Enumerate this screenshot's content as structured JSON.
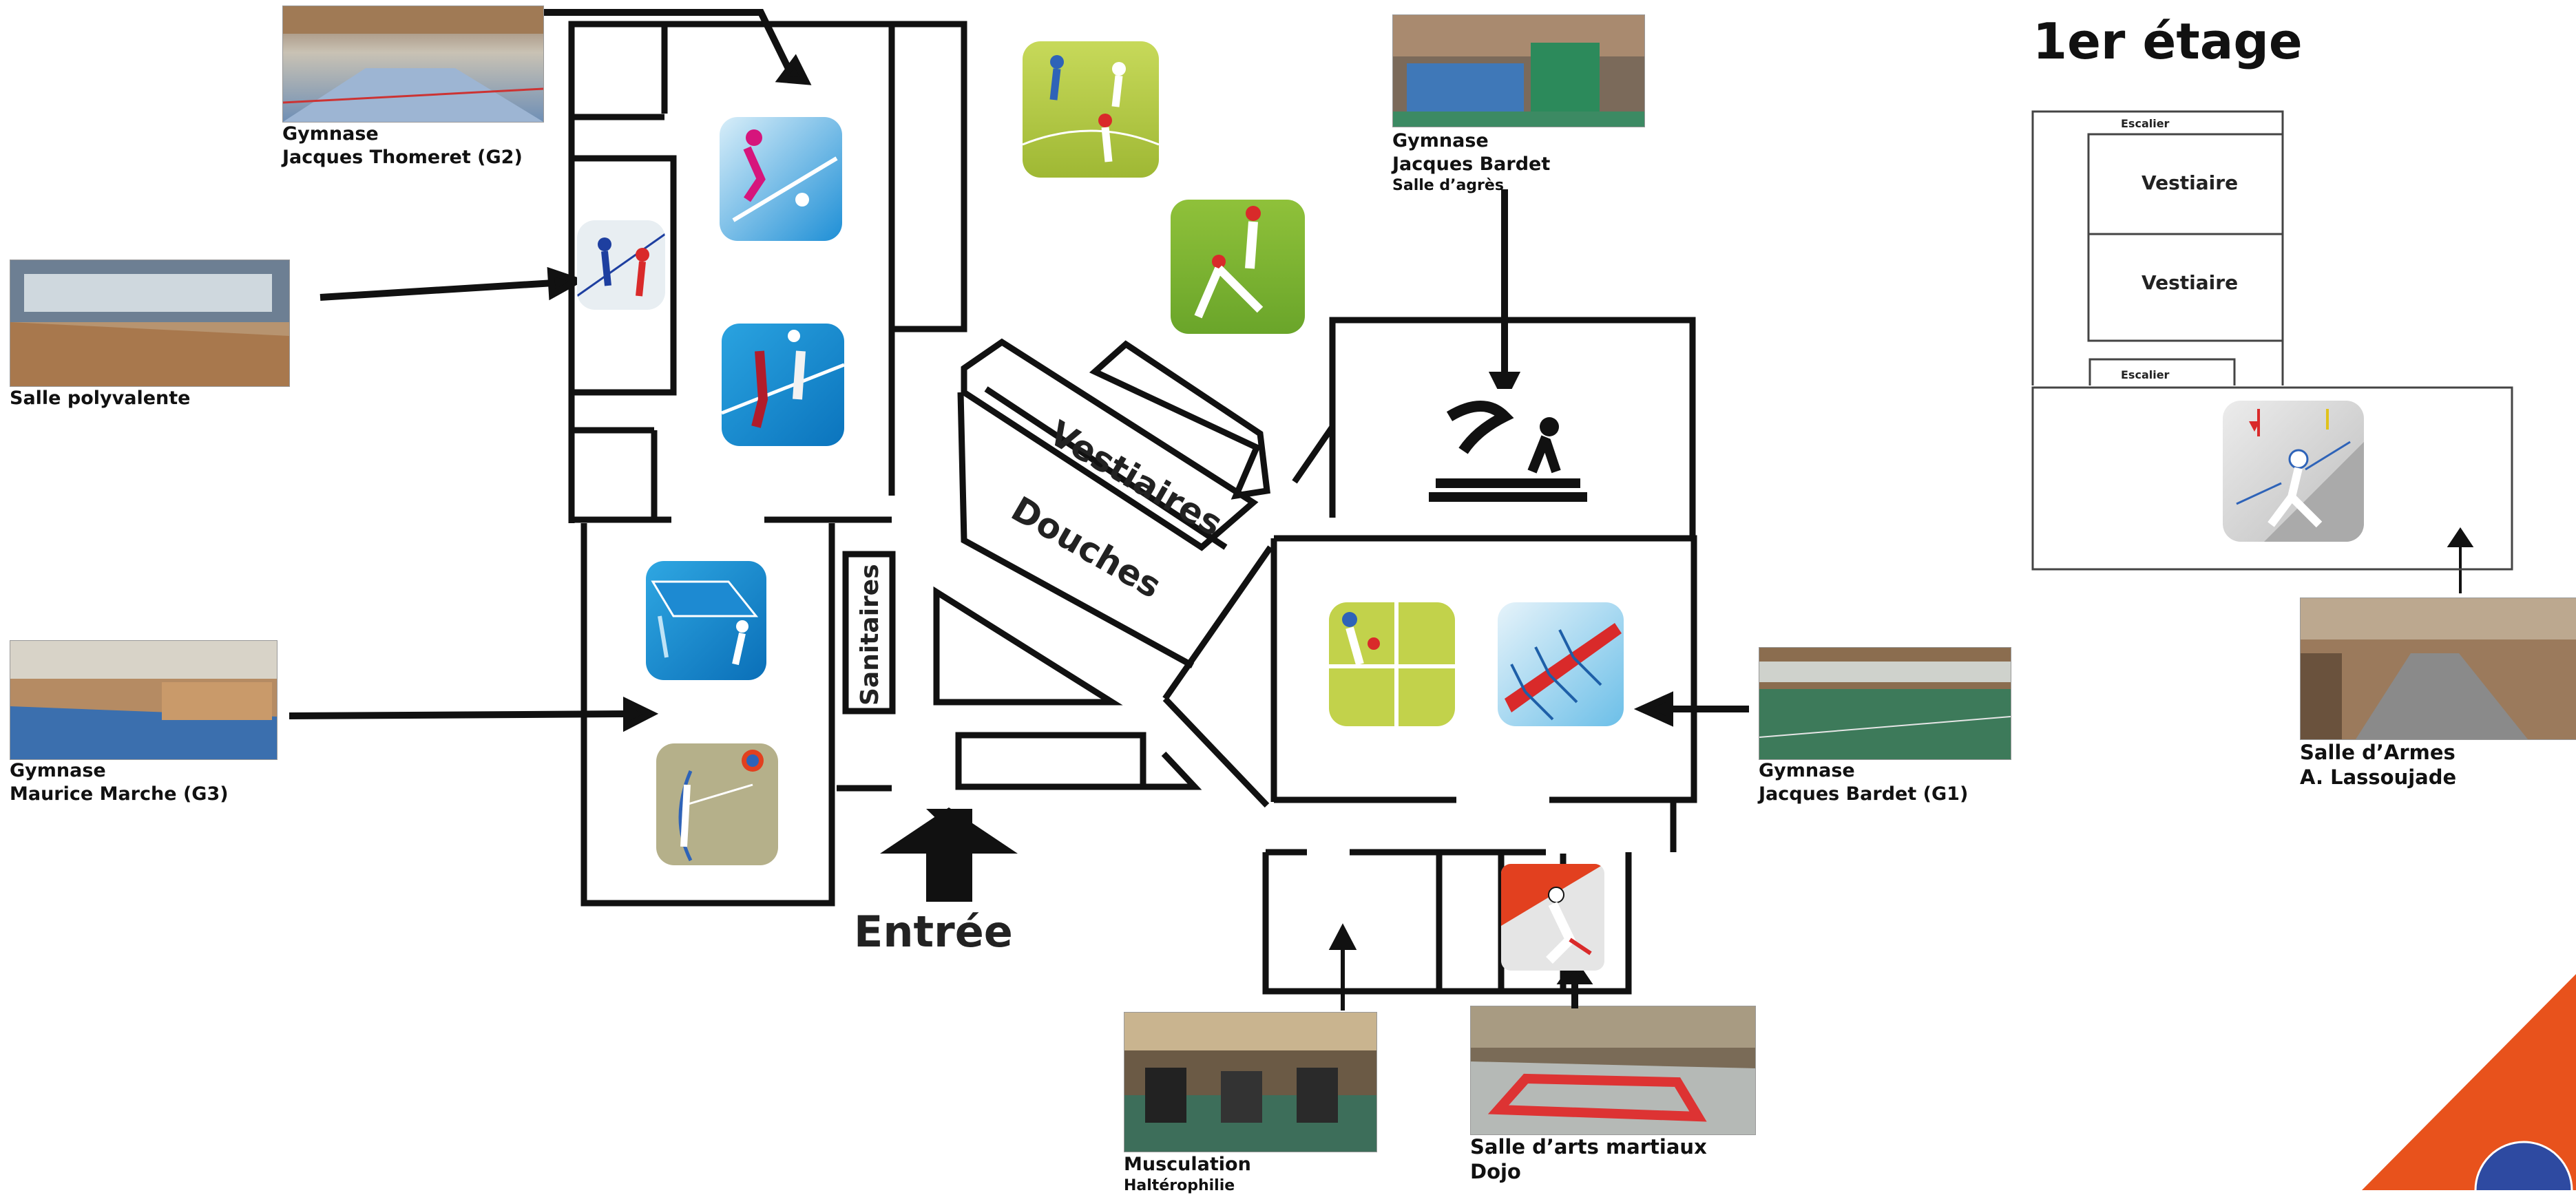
{
  "floor_title": "1er étage",
  "venues": {
    "g2": {
      "line1": "Gymnase",
      "line2": "Jacques Thomeret (G2)"
    },
    "polyvalente": {
      "line1": "Salle polyvalente"
    },
    "g3": {
      "line1": "Gymnase",
      "line2": "Maurice Marche (G3)"
    },
    "agres": {
      "line1": "Gymnase",
      "line2": "Jacques Bardet",
      "line3": "Salle d’agrès"
    },
    "g1": {
      "line1": "Gymnase",
      "line2": "Jacques Bardet (G1)"
    },
    "armes": {
      "line1": "Salle d’Armes",
      "line2": "A. Lassoujade"
    },
    "musculation": {
      "line1": "Musculation",
      "line2": "Haltérophilie"
    },
    "dojo": {
      "line1": "Salle d’arts martiaux",
      "line2": "Dojo"
    }
  },
  "plan": {
    "vestiaires": "Vestiaires",
    "douches": "Douches",
    "sanitaires": "Sanitaires",
    "entree": "Entrée"
  },
  "upper_floor": {
    "escalier_top": "Escalier",
    "vestiaire_1": "Vestiaire",
    "vestiaire_2": "Vestiaire",
    "escalier_bottom": "Escalier"
  },
  "colors": {
    "accent_orange": "#e8521c",
    "wall": "#111111",
    "blue_tile": "#1e8fd6",
    "green_tile": "#a9c43a",
    "olive_tile": "#b5b08a"
  },
  "icons": [
    "badminton-icon",
    "volleyball-icon",
    "table-tennis-icon",
    "archery-icon",
    "football-icon",
    "rugby-icon",
    "gymnastics-icon",
    "handball-icon",
    "rowing-icon",
    "judo-icon",
    "fencing-icon",
    "boxing-icon"
  ]
}
